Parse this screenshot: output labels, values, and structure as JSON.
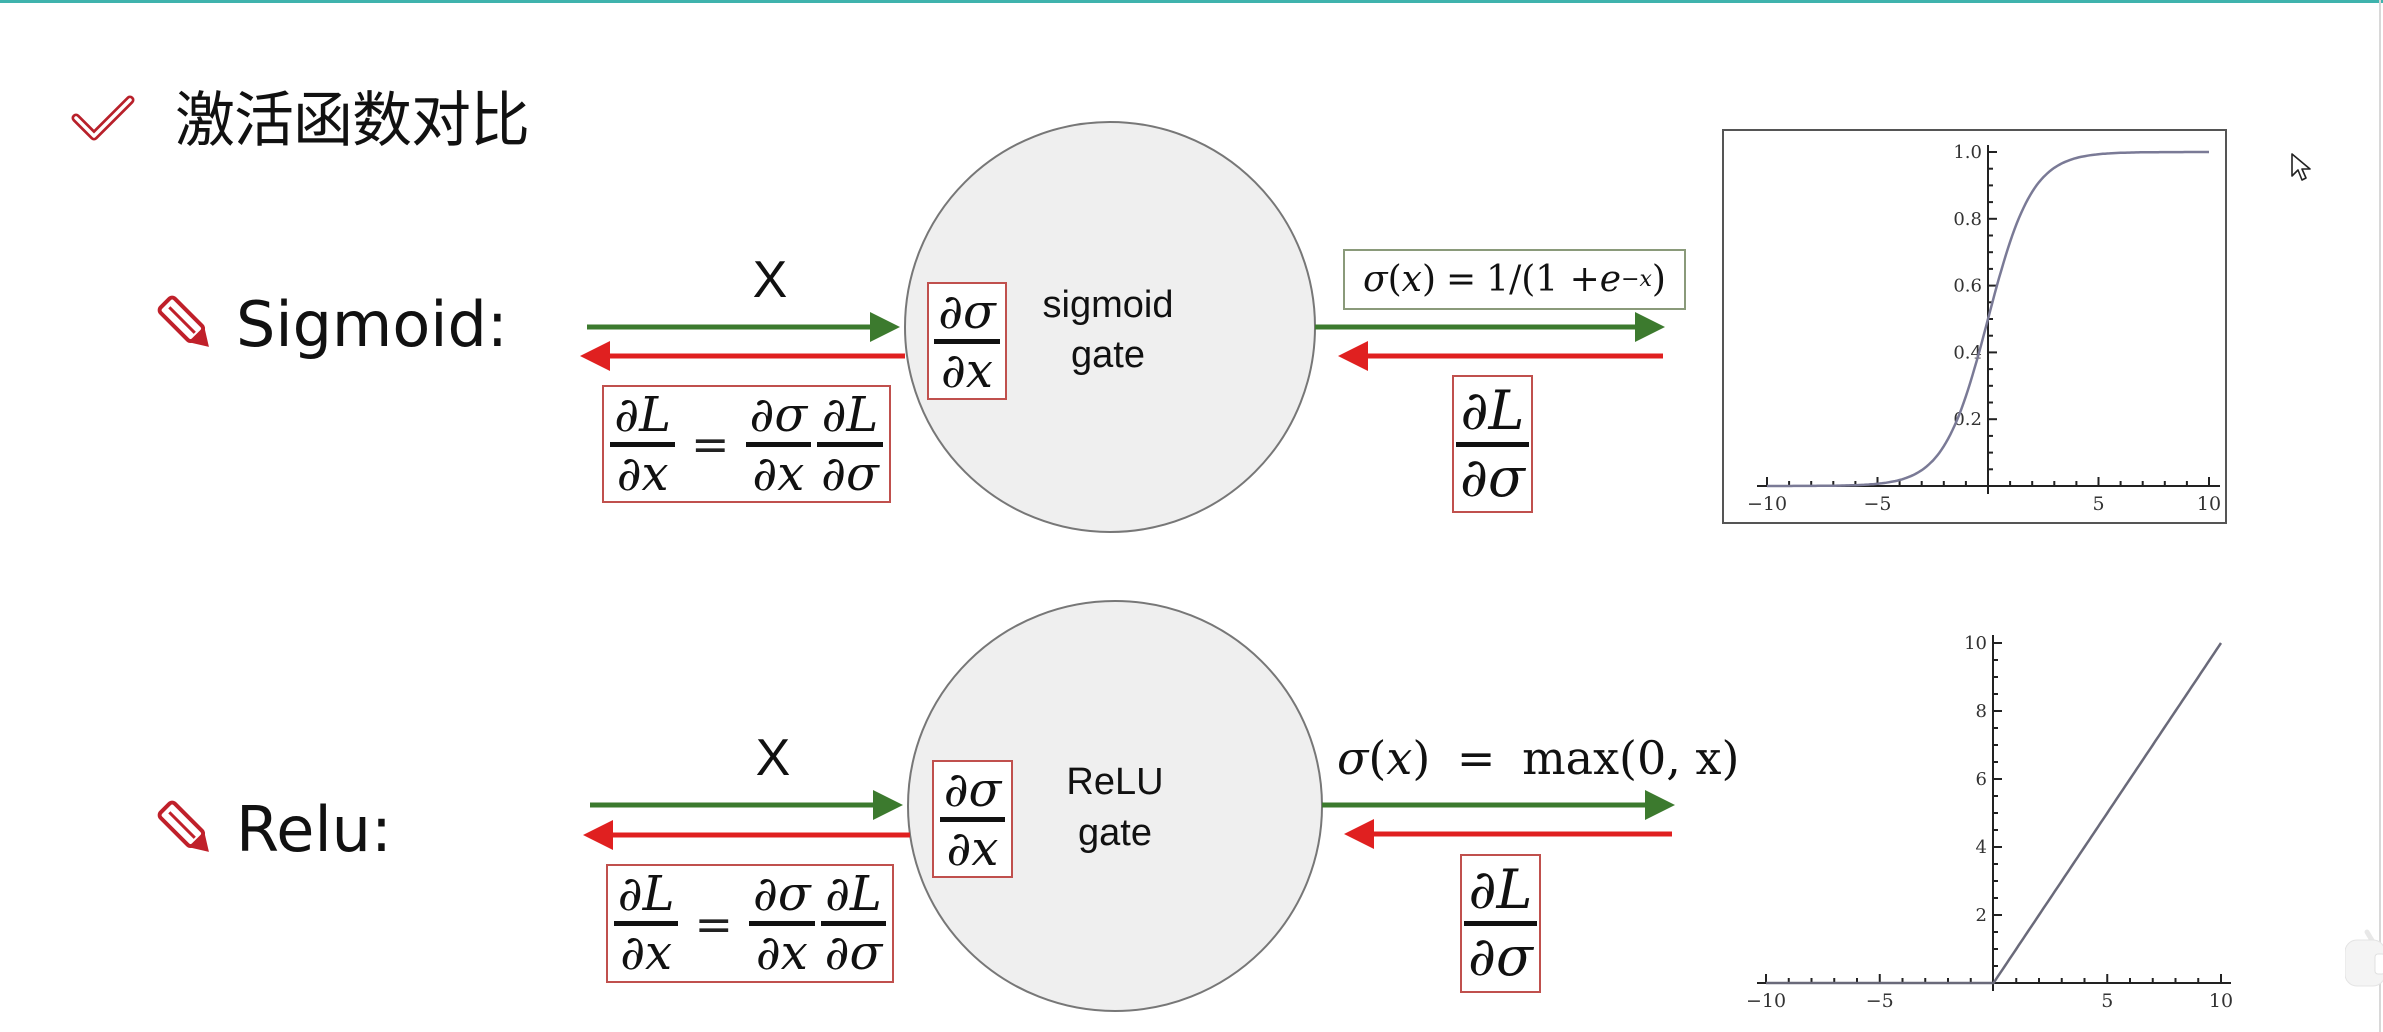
{
  "slide": {
    "title": "激活函数对比",
    "title_icon": "check-icon",
    "accent_color": "#c0202a",
    "forward_arrow_color": "#3c7a2e",
    "backward_arrow_color": "#e02020"
  },
  "rows": [
    {
      "label": "Sigmoid:",
      "label_icon": "pencil-icon",
      "input_label": "X",
      "gate_name": "sigmoid",
      "gate_word": "gate",
      "local_grad": {
        "num": "∂σ",
        "den": "∂x"
      },
      "chain_rule": {
        "lhs": {
          "num": "∂L",
          "den": "∂x"
        },
        "equals": "=",
        "rhs": [
          {
            "num": "∂σ",
            "den": "∂x"
          },
          {
            "num": "∂L",
            "den": "∂σ"
          }
        ]
      },
      "output_formula": "σ(x) = 1/(1 + e^(−x))",
      "output_formula_parts": {
        "lhs": "σ(x)",
        "eq": "=",
        "rhs_prefix": "1/(1 + ",
        "e": "e",
        "exp": "−x",
        "rhs_suffix": ")"
      },
      "upstream_grad": {
        "num": "∂L",
        "den": "∂σ"
      }
    },
    {
      "label": "Relu:",
      "label_icon": "pencil-icon",
      "input_label": "X",
      "gate_name": "ReLU",
      "gate_word": "gate",
      "local_grad": {
        "num": "∂σ",
        "den": "∂x"
      },
      "chain_rule": {
        "lhs": {
          "num": "∂L",
          "den": "∂x"
        },
        "equals": "=",
        "rhs": [
          {
            "num": "∂σ",
            "den": "∂x"
          },
          {
            "num": "∂L",
            "den": "∂σ"
          }
        ]
      },
      "output_formula": "σ(x) = max(0, x)",
      "output_formula_parts": {
        "lhs": "σ(x)",
        "eq": "=",
        "rhs": "max(0, x)"
      },
      "upstream_grad": {
        "num": "∂L",
        "den": "∂σ"
      }
    }
  ],
  "chart_data": [
    {
      "type": "line",
      "name": "sigmoid",
      "title": "",
      "function": "1/(1+exp(-x))",
      "x": [
        -10,
        -8,
        -6,
        -5,
        -4,
        -3,
        -2,
        -1,
        0,
        1,
        2,
        3,
        4,
        5,
        6,
        8,
        10
      ],
      "y": [
        4.54e-05,
        0.000335,
        0.00247,
        0.00669,
        0.018,
        0.0474,
        0.119,
        0.269,
        0.5,
        0.731,
        0.881,
        0.953,
        0.982,
        0.993,
        0.9975,
        0.99966,
        0.99995
      ],
      "xlim": [
        -10,
        10
      ],
      "ylim": [
        0,
        1.0
      ],
      "xticks": [
        -10,
        -5,
        5,
        10
      ],
      "xtick_labels": [
        "−10",
        "−5",
        "5",
        "10"
      ],
      "yticks": [
        0.2,
        0.4,
        0.6,
        0.8,
        1.0
      ],
      "ytick_labels": [
        "0.2",
        "0.4",
        "0.6",
        "0.8",
        "1.0"
      ],
      "x_minor_step": 1,
      "y_minor_step": 0.05,
      "framed": true,
      "grid": false,
      "line_color": "#7a7a96"
    },
    {
      "type": "line",
      "name": "relu",
      "title": "",
      "function": "max(0,x)",
      "x": [
        -10,
        0,
        10
      ],
      "y": [
        0,
        0,
        10
      ],
      "xlim": [
        -10,
        10
      ],
      "ylim": [
        0,
        10
      ],
      "xticks": [
        -10,
        -5,
        5,
        10
      ],
      "xtick_labels": [
        "−10",
        "−5",
        "5",
        "10"
      ],
      "yticks": [
        2,
        4,
        6,
        8,
        10
      ],
      "ytick_labels": [
        "2",
        "4",
        "6",
        "8",
        "10"
      ],
      "x_minor_step": 1,
      "y_minor_step": 0.5,
      "framed": false,
      "grid": false,
      "line_color": "#6a6a7a"
    }
  ],
  "overlay": {
    "cursor_icon": "mouse-pointer-icon",
    "corner_icon": "tv-icon"
  }
}
